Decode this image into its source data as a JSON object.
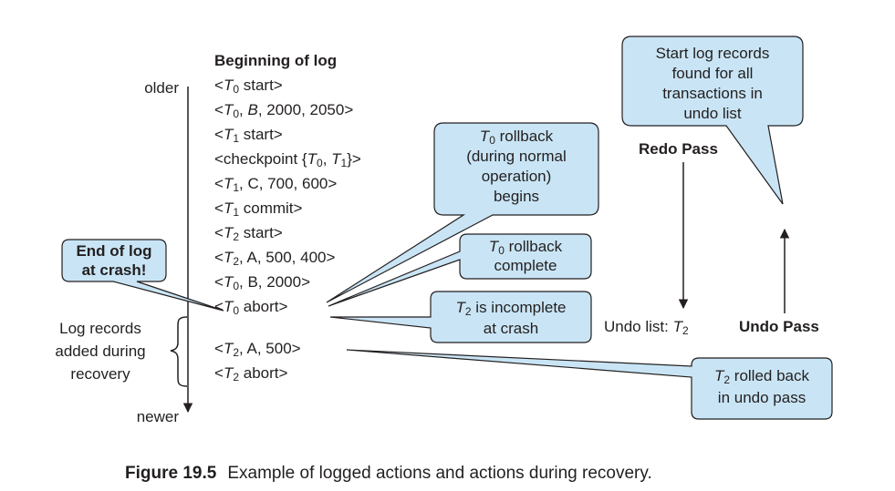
{
  "log_header": "Beginning of log",
  "log_records": [
    {
      "open": "<",
      "t": "T",
      "s": "0",
      "rest": " start>"
    },
    {
      "open": "<",
      "t": "T",
      "s": "0",
      "rest": ", ",
      "v": "B",
      "tail": ", 2000, 2050>"
    },
    {
      "open": "<",
      "t": "T",
      "s": "1",
      "rest": " start>"
    },
    {
      "pre": "<checkpoint {",
      "t": "T",
      "s": "0",
      "mid": ", ",
      "t2": "T",
      "s2": "1",
      "post": "}>"
    },
    {
      "open": "<",
      "t": "T",
      "s": "1",
      "rest": ", C, 700, 600>"
    },
    {
      "open": "<",
      "t": "T",
      "s": "1",
      "rest": " commit>"
    },
    {
      "open": "<",
      "t": "T",
      "s": "2",
      "rest": " start>"
    },
    {
      "open": "<",
      "t": "T",
      "s": "2",
      "rest": ", A, 500, 400>"
    },
    {
      "open": "<",
      "t": "T",
      "s": "0",
      "rest": ", B, 2000>"
    },
    {
      "open": "<",
      "t": "T",
      "s": "0",
      "rest": " abort>"
    },
    {
      "open": "<",
      "t": "T",
      "s": "2",
      "rest": ", A, 500>"
    },
    {
      "open": "<",
      "t": "T",
      "s": "2",
      "rest": " abort>"
    }
  ],
  "time_axis": {
    "older": "older",
    "newer": "newer"
  },
  "labels": {
    "end_of_log": [
      "End of log",
      "at crash!"
    ],
    "log_records_added": [
      "Log records",
      "added during",
      "recovery"
    ],
    "redo_pass": "Redo Pass",
    "undo_pass": "Undo Pass",
    "undo_list_prefix": "Undo list: ",
    "undo_list_t": "T",
    "undo_list_s": "2"
  },
  "callouts": {
    "t0_rollback_begins": {
      "t": "T",
      "s": "0",
      "first": " rollback",
      "lines": [
        "(during normal",
        "operation)",
        "begins"
      ]
    },
    "t0_rollback_complete": {
      "t": "T",
      "s": "0",
      "first": " rollback",
      "lines": [
        "complete"
      ]
    },
    "t2_incomplete": {
      "t": "T",
      "s": "2",
      "first": " is incomplete",
      "lines": [
        "at crash"
      ]
    },
    "t2_rolled_back": {
      "t": "T",
      "s": "2",
      "first": " rolled back",
      "lines": [
        "in undo pass"
      ]
    },
    "start_log_records": {
      "lines": [
        "Start log records",
        "found for all",
        "transactions in",
        "undo list"
      ]
    }
  },
  "caption": {
    "label": "Figure 19.5",
    "text": "Example of logged actions and actions during recovery."
  },
  "colors": {
    "callout_fill": "#c9e5f5",
    "stroke": "#231f20"
  }
}
